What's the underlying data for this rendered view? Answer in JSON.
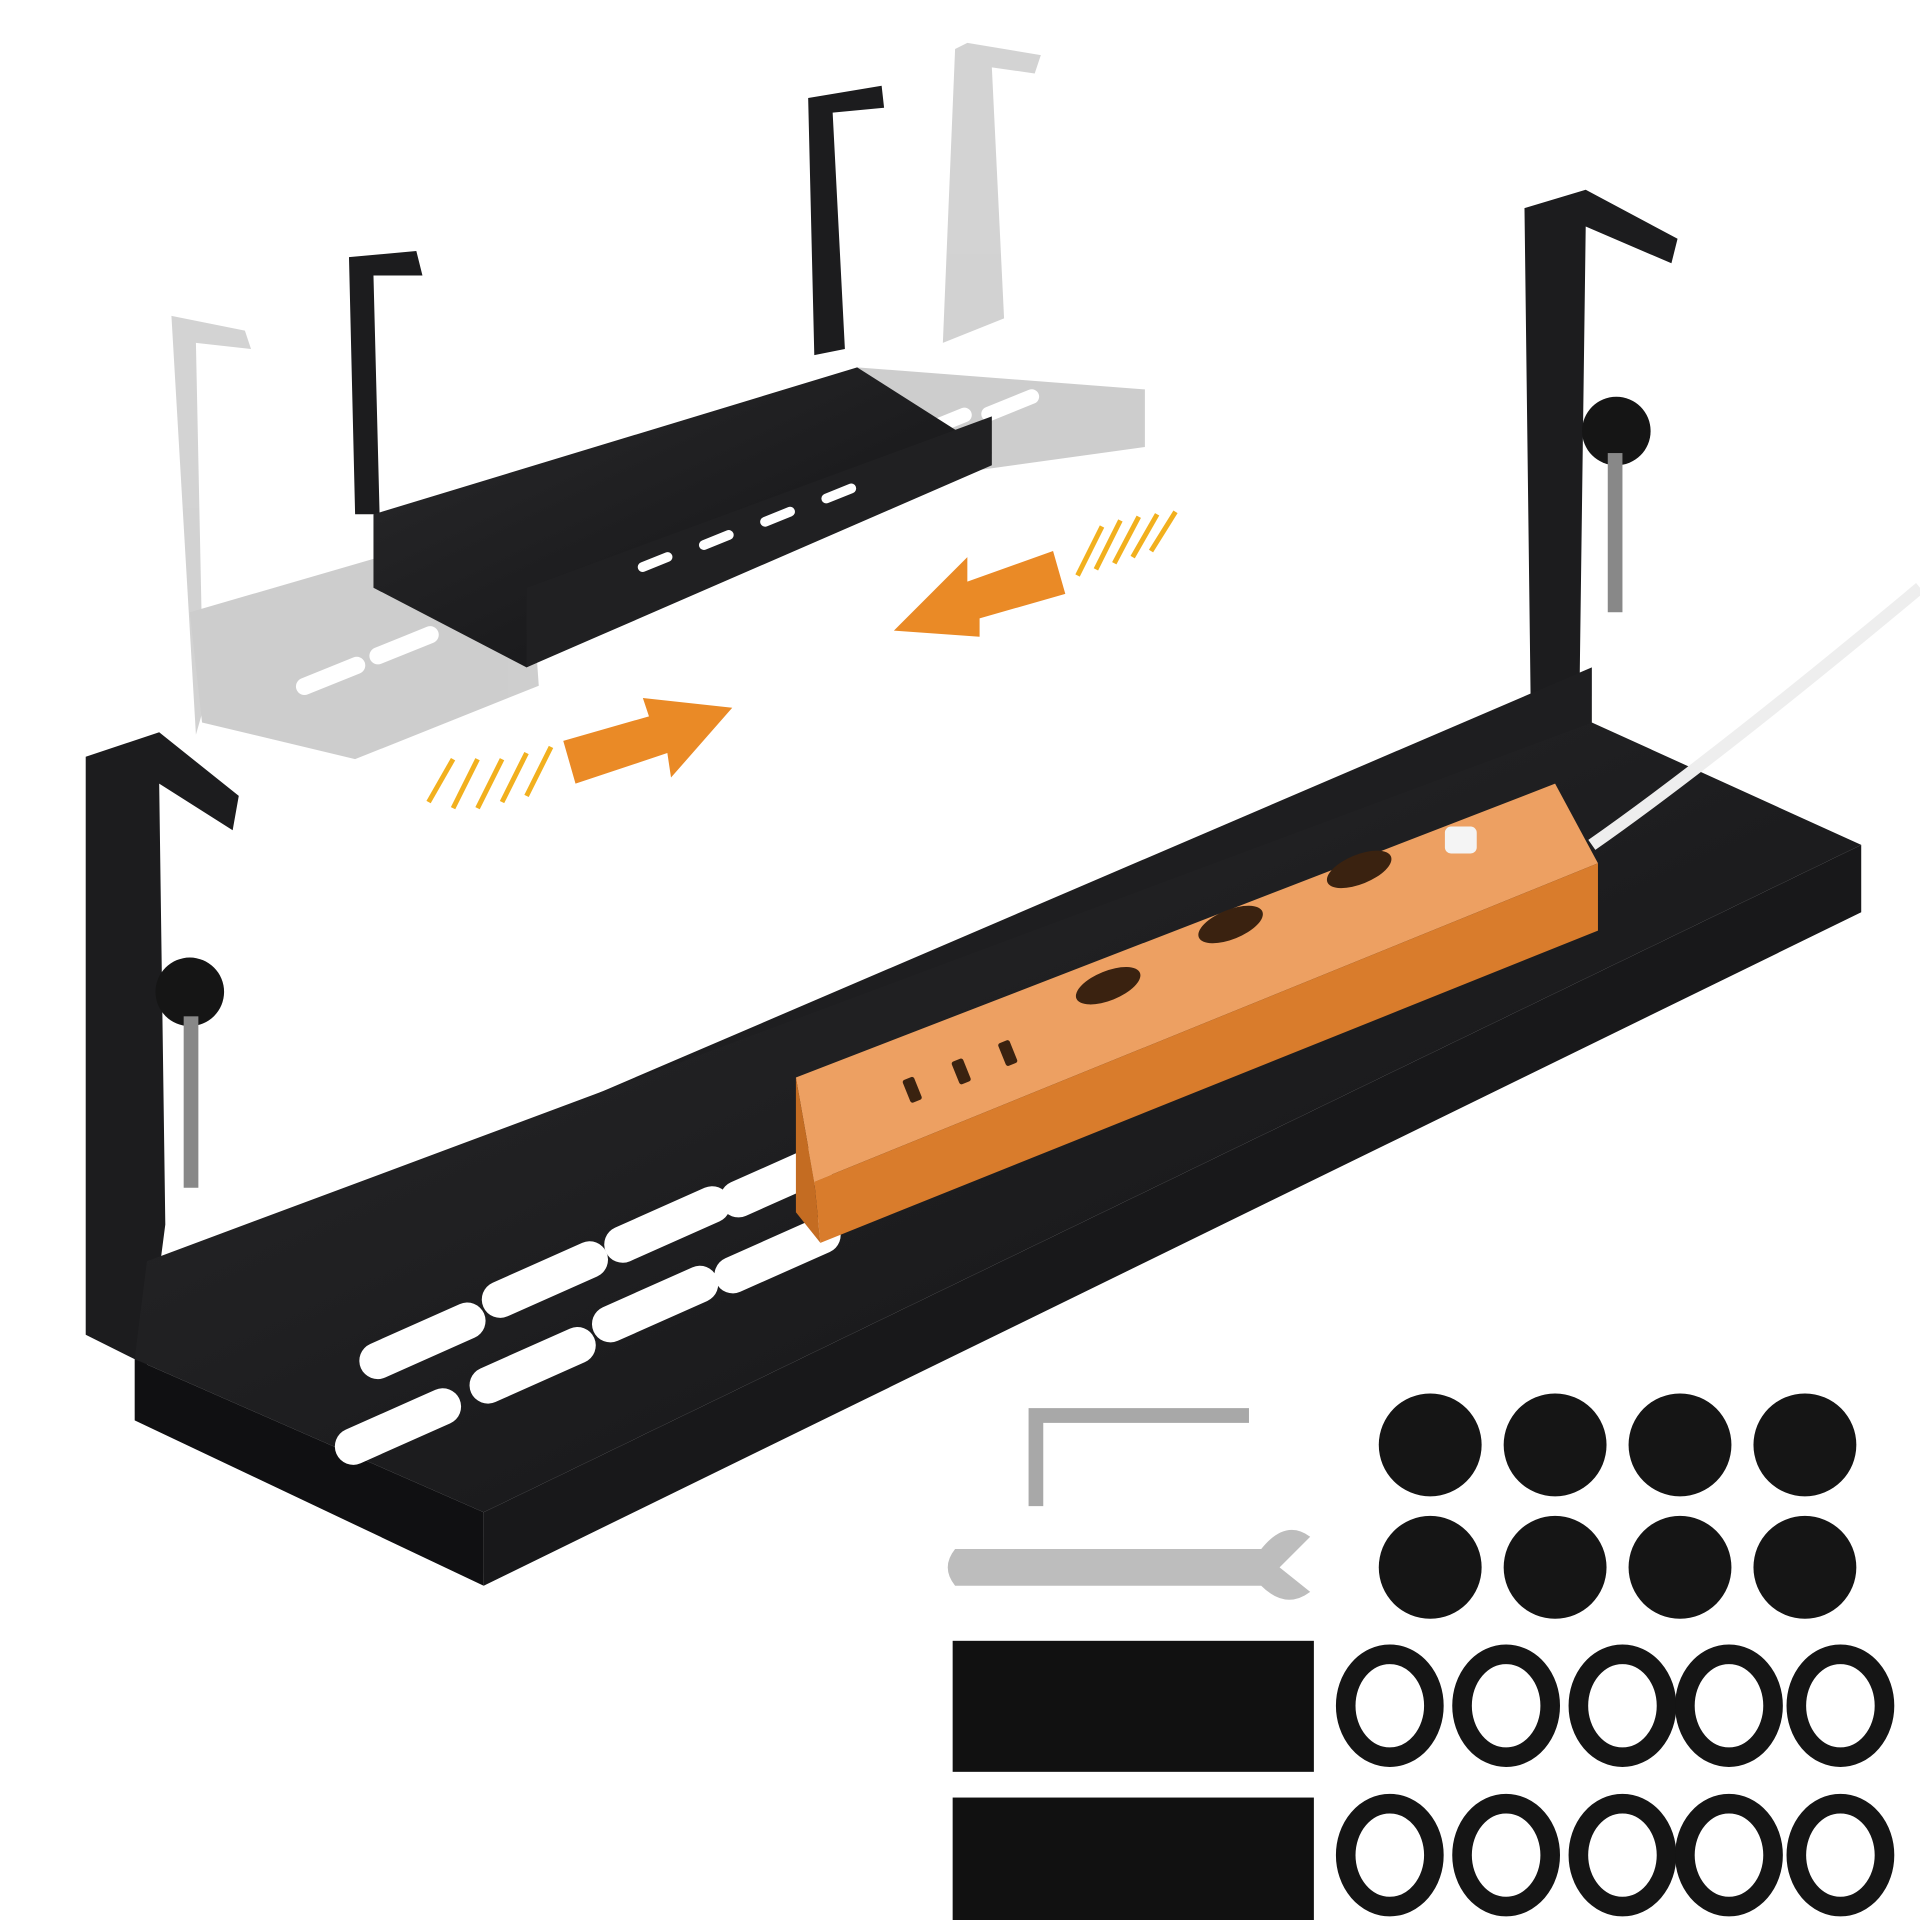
{
  "colors": {
    "background": "#ffffff",
    "tray_metal": "#1c1c1e",
    "tray_edge": "#3a3a3c",
    "ghost_tray": "#bdbdbd",
    "power_strip": "#e08a3c",
    "power_strip_top": "#eda062",
    "arrow": "#ea8a26",
    "arrow_stripes": "#f2b01e",
    "tool_silver": "#b8b8b8",
    "accessory_black": "#151515"
  },
  "icons": [
    "cable-tray",
    "power-strip",
    "slide-arrow-left",
    "slide-arrow-right",
    "hex-key",
    "wrench",
    "adhesive-pad",
    "cable-clip",
    "velcro-tie"
  ]
}
